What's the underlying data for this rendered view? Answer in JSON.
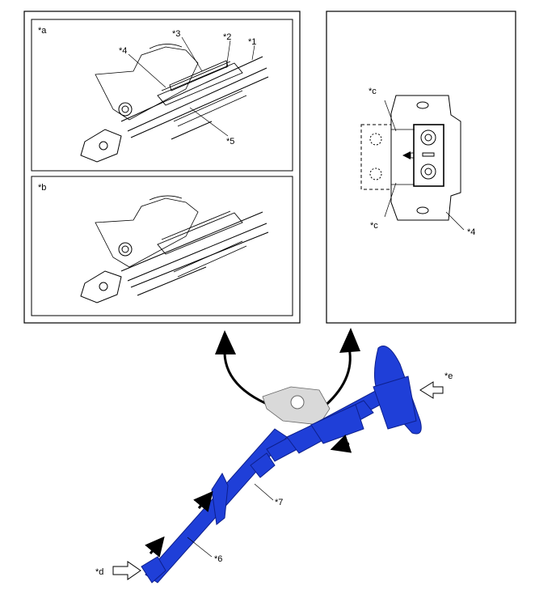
{
  "callouts": {
    "a": "*a",
    "b": "*b",
    "c": "*c",
    "d": "*d",
    "e": "*e",
    "n1": "*1",
    "n2": "*2",
    "n3": "*3",
    "n4": "*4",
    "n5": "*5",
    "n6": "*6",
    "n7": "*7"
  },
  "colors": {
    "column_blue": "#1f3fd8",
    "column_dark": "#0d1f8c",
    "outline": "#000000",
    "bracket_gray": "#d9d9d9"
  }
}
